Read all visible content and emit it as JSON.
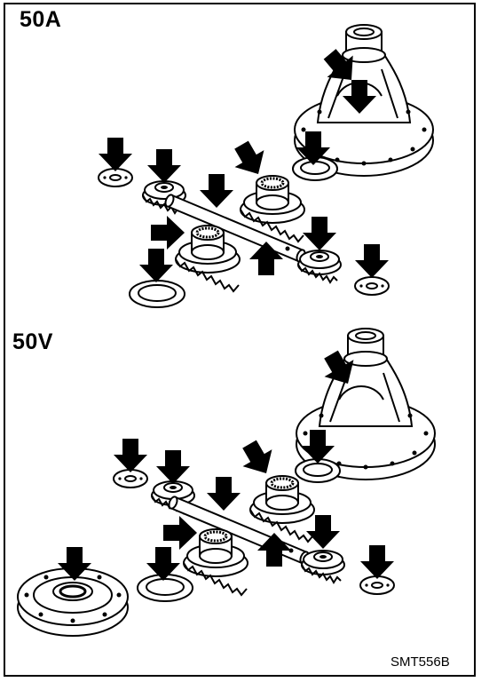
{
  "figure": {
    "sections": [
      {
        "label": "50A"
      },
      {
        "label": "50V"
      }
    ],
    "code": "SMT556B"
  },
  "colors": {
    "ink": "#000000",
    "paper": "#ffffff",
    "shade": "#c8c8c8"
  },
  "icons": [
    "arrow-icon",
    "differential-case",
    "side-gear",
    "pinion-gear",
    "thrust-washer",
    "pinion-shaft",
    "cover"
  ]
}
